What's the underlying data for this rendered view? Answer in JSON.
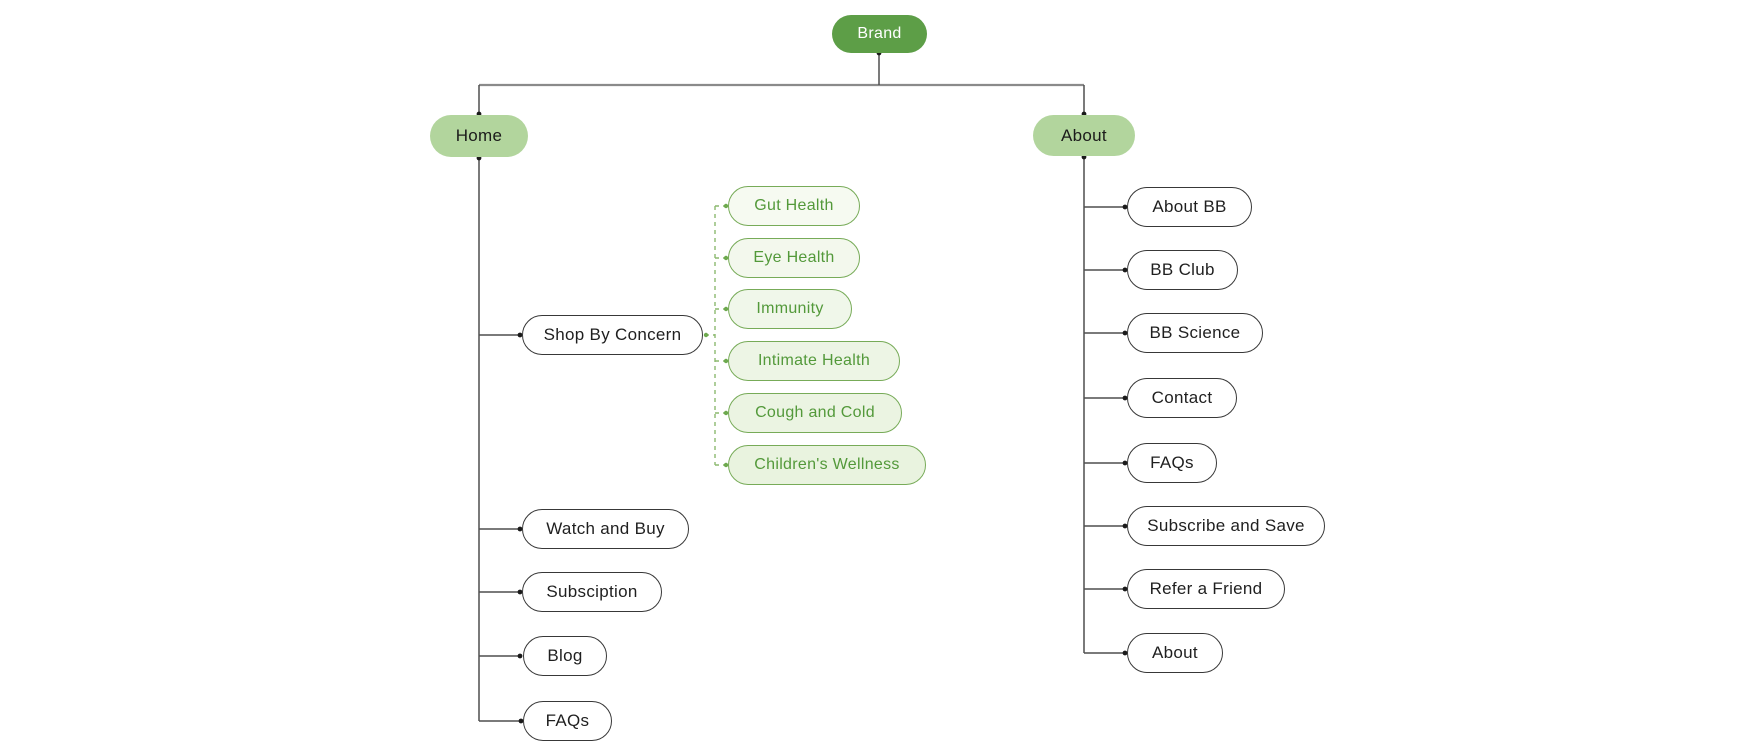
{
  "sitemap": {
    "root": {
      "label": "Brand"
    },
    "branches": {
      "home": {
        "label": "Home"
      },
      "about": {
        "label": "About"
      }
    },
    "home_children": [
      {
        "label": "Shop By Concern"
      },
      {
        "label": "Watch and Buy"
      },
      {
        "label": "Subsciption"
      },
      {
        "label": "Blog"
      },
      {
        "label": "FAQs"
      }
    ],
    "concern_children": [
      {
        "label": "Gut Health"
      },
      {
        "label": "Eye Health"
      },
      {
        "label": "Immunity"
      },
      {
        "label": "Intimate Health"
      },
      {
        "label": "Cough and Cold"
      },
      {
        "label": "Children's Wellness"
      }
    ],
    "about_children": [
      {
        "label": "About BB"
      },
      {
        "label": "BB Club"
      },
      {
        "label": "BB Science"
      },
      {
        "label": "Contact"
      },
      {
        "label": "FAQs"
      },
      {
        "label": "Subscribe and Save"
      },
      {
        "label": "Refer a Friend"
      },
      {
        "label": "About"
      }
    ],
    "colors": {
      "root_fill": "#5d9e47",
      "root_text": "#ffffff",
      "branch_fill": "#b2d59d",
      "branch_text": "#1b1b1b",
      "leaf_fill": "#ffffff",
      "leaf_border": "#383838",
      "leaf_text": "#1f1f1f",
      "green_border": "#77ab58",
      "green_text": "#53993a",
      "green_fill_light": "#f6faf1",
      "green_fill_dark": "#e9f3df",
      "solid_connector": "#555555",
      "top_connector": "#8a8a8a",
      "dashed_connector": "#8bb96f",
      "dot": "#1a1a1a",
      "green_dot": "#6da94e",
      "background": "#ffffff"
    }
  }
}
